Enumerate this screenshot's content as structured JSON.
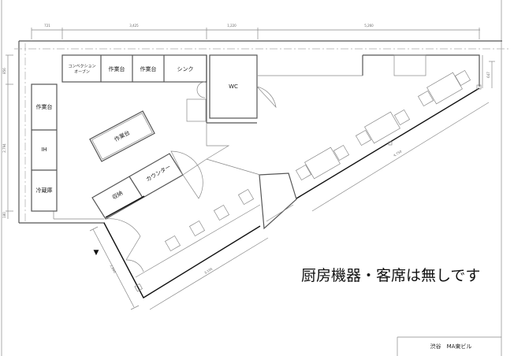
{
  "dimensions": {
    "top": [
      "721",
      "3,425",
      "1,220",
      "5,260"
    ],
    "left": [
      "856",
      "2,794",
      "180"
    ],
    "right": "647",
    "diagonal_long": "4,750",
    "diagonal_front": "3,195",
    "diagonal_side": "1,840"
  },
  "equipment": {
    "convection_oven": [
      "コンベクション",
      "オーブン"
    ],
    "worktable_1": "作業台",
    "worktable_2": "作業台",
    "sink": "シンク",
    "wc": "WC",
    "worktable_left": "作業台",
    "ih": "IH",
    "refrigerator": "冷蔵庫",
    "worktable_island": "作業台",
    "counter": "カウンター",
    "storage": "収納"
  },
  "note": "厨房機器・客席は無しです",
  "title_block": "渋谷　MA東ビル",
  "entrance_marker": "▼"
}
